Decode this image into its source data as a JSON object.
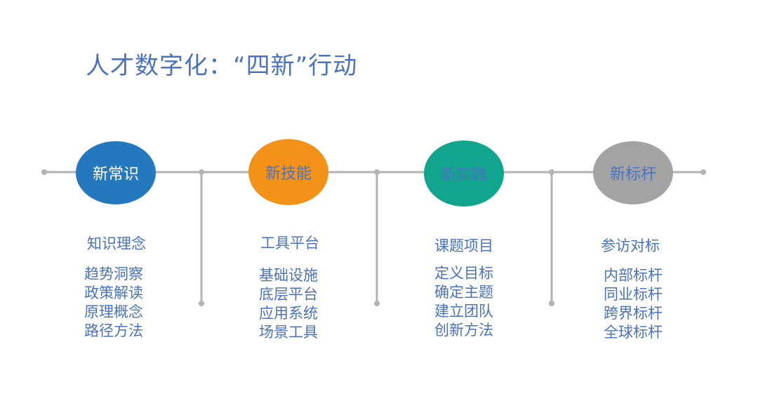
{
  "title": "人才数字化：“四新”行动",
  "colors": {
    "line": "#b3b3b3",
    "text": "#4a72c0"
  },
  "columns": [
    {
      "node_label": "新常识",
      "node_color": "#2478bd",
      "node_text_color": "#ffffff",
      "category": "知识理念",
      "items": [
        "趋势洞察",
        "政策解读",
        "原理概念",
        "路径方法"
      ]
    },
    {
      "node_label": "新技能",
      "node_color": "#f39218",
      "node_text_color": "#4a72c0",
      "category": "工具平台",
      "items": [
        "基础设施",
        "底层平台",
        "应用系统",
        "场景工具"
      ]
    },
    {
      "node_label": "新实践",
      "node_color": "#12a58e",
      "node_text_color": "#4a72c0",
      "category": "课题项目",
      "items": [
        "定义目标",
        "确定主题",
        "建立团队",
        "创新方法"
      ]
    },
    {
      "node_label": "新标杆",
      "node_color": "#a3a3a3",
      "node_text_color": "#4a72c0",
      "category": "参访对标",
      "items": [
        "内部标杆",
        "同业标杆",
        "跨界标杆",
        "全球标杆"
      ]
    }
  ]
}
